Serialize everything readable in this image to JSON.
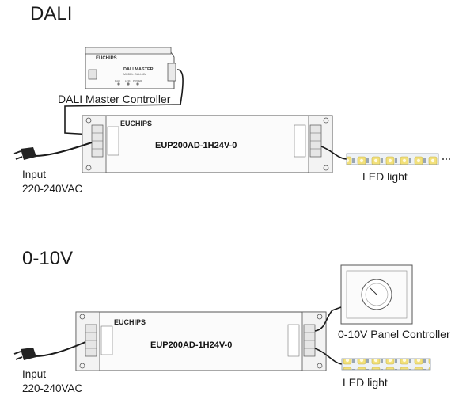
{
  "sections": {
    "dali": {
      "title": "DALI",
      "master": {
        "brand": "EUCHIPS",
        "name": "DALI MASTER",
        "model": "MODEL: DALI-MM",
        "leds": [
          "DALI",
          "LINK",
          "POWER"
        ],
        "caption": "DALI Master Controller"
      },
      "driver": {
        "brand": "EUCHIPS",
        "model": "EUP200AD-1H24V-0"
      },
      "input_label_line1": "Input",
      "input_label_line2": "220-240VAC",
      "led_label": "LED light"
    },
    "analog": {
      "title": "0-10V",
      "driver": {
        "brand": "EUCHIPS",
        "model": "EUP200AD-1H24V-0"
      },
      "panel_label": "0-10V Panel Controller",
      "input_label_line1": "Input",
      "input_label_line2": "220-240VAC",
      "led_label": "LED light"
    }
  },
  "colors": {
    "outline": "#555555",
    "wire": "#1a1a1a",
    "led_yellow": "#f2e07a",
    "led_white": "#eef2f6",
    "led_green": "#2f8f3a",
    "led_red": "#c23a2a",
    "led_blue": "#2f5fae"
  }
}
